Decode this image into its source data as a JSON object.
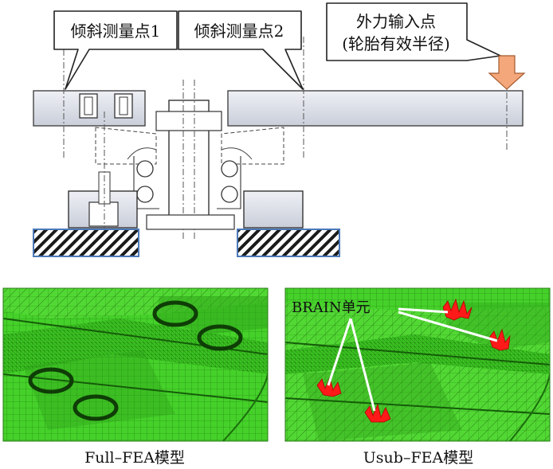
{
  "diagram": {
    "callouts": {
      "tilt_point_1": "倾斜测量点1",
      "tilt_point_2": "倾斜测量点2",
      "force_line1": "外力输入点",
      "force_line2": "(轮胎有效半径)"
    },
    "brain_label": "BRAIN单元",
    "captions": {
      "left": "Full–FEA模型",
      "right": "Usub–FEA模型"
    },
    "colors": {
      "mesh_green": "#3dcc22",
      "mesh_dark": "#1f7a10",
      "element_red": "#ff1a1a",
      "arrow_orange": "#f4a77a",
      "shaft_fill": "#dde1ea",
      "base_border": "#4a79b8"
    }
  }
}
